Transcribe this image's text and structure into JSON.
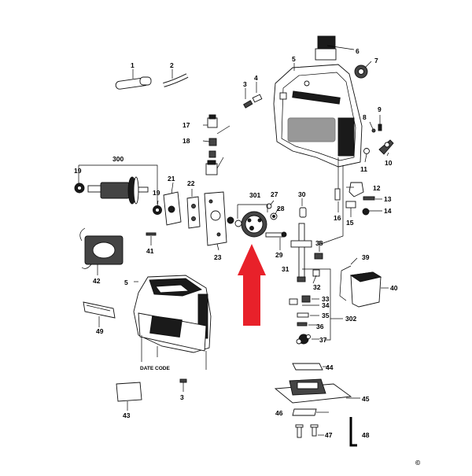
{
  "labels": {
    "p1": "1",
    "p2": "2",
    "p3a": "3",
    "p3b": "3",
    "p4": "4",
    "p5a": "5",
    "p5b": "5",
    "p6": "6",
    "p7": "7",
    "p8": "8",
    "p9": "9",
    "p10": "10",
    "p11": "11",
    "p12": "12",
    "p13": "13",
    "p14": "14",
    "p15": "15",
    "p16": "16",
    "p17": "17",
    "p18": "18",
    "p19a": "19",
    "p19b": "19",
    "p21": "21",
    "p22": "22",
    "p23": "23",
    "p27": "27",
    "p28": "28",
    "p29": "29",
    "p30": "30",
    "p31": "31",
    "p32": "32",
    "p33": "33",
    "p34": "34",
    "p35": "35",
    "p36": "36",
    "p37": "37",
    "p38": "38",
    "p39": "39",
    "p40": "40",
    "p41": "41",
    "p42": "42",
    "p43": "43",
    "p44": "44",
    "p45": "45",
    "p46": "46",
    "p47": "47",
    "p48": "48",
    "p49": "49",
    "p300": "300",
    "p301": "301",
    "p302": "302"
  },
  "date_code": "DATE CODE",
  "copyright": "©",
  "colors": {
    "arrow": "#e8212a",
    "line": "#000000"
  }
}
